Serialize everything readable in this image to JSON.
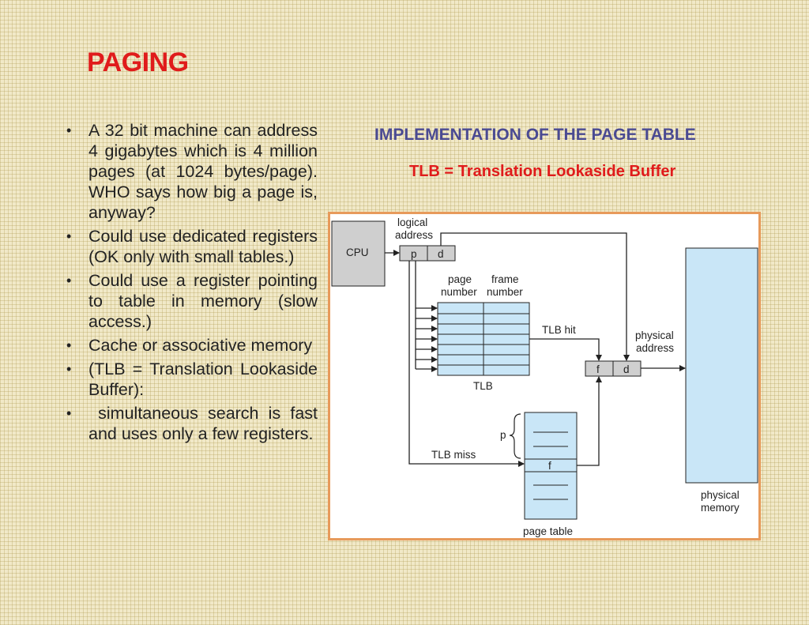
{
  "title": "PAGING",
  "bullets": [
    "A 32 bit machine can address 4 gigabytes which is 4 million pages (at 1024 bytes/page). WHO says how big a page is, anyway?",
    "Could use dedicated registers (OK only with small tables.)",
    "Could use a register pointing to table in memory (slow access.)",
    "Cache or associative memory",
    "(TLB = Translation Lookaside Buffer):",
    " simultaneous search is fast and uses only a few registers."
  ],
  "implementation_title": "IMPLEMENTATION OF THE PAGE TABLE",
  "tlb_subtitle": "TLB = Translation Lookaside Buffer",
  "diagram": {
    "cpu": "CPU",
    "logical_address_line1": "logical",
    "logical_address_line2": "address",
    "p": "p",
    "d": "d",
    "page_number_line1": "page",
    "page_number_line2": "number",
    "frame_number_line1": "frame",
    "frame_number_line2": "number",
    "tlb_hit": "TLB hit",
    "physical_address_line1": "physical",
    "physical_address_line2": "address",
    "f": "f",
    "tlb": "TLB",
    "tlb_miss": "TLB miss",
    "page_table": "page table",
    "physical_memory_line1": "physical",
    "physical_memory_line2": "memory"
  },
  "colors": {
    "title_red": "#e01b1b",
    "impl_blue": "#4a4a92",
    "frame_border": "#e79a5b",
    "memory_fill": "#c9e6f7",
    "cpu_fill": "#cfcfcf"
  }
}
